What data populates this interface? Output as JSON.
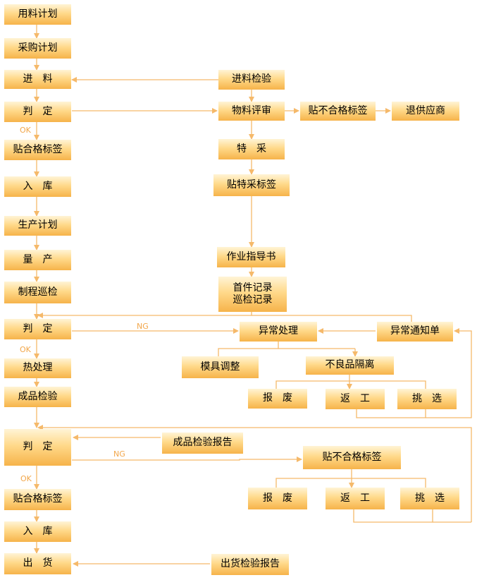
{
  "nodes": {
    "n1": "用料计划",
    "n2": "采购计划",
    "n3": "进　料",
    "n4": "判　定",
    "n5": "贴合格标签",
    "n6": "入　库",
    "n7": "生产计划",
    "n8": "量　产",
    "n9": "制程巡检",
    "n10": "判　定",
    "n11": "热处理",
    "n12": "成品检验",
    "n13": "判　定",
    "n14": "贴合格标签",
    "n15": "入　库",
    "n16": "出　货",
    "r1": "进料检验",
    "r2": "物料评审",
    "r3": "贴不合格标签",
    "r4": "退供应商",
    "r5": "特　采",
    "r6": "贴特采标签",
    "r7": "作业指导书",
    "r8a": "首件记录",
    "r8b": "巡检记录",
    "a1": "异常处理",
    "a2": "异常通知单",
    "a3": "模具调整",
    "a4": "不良品隔离",
    "a5": "报　废",
    "a6": "返　工",
    "a7": "挑　选",
    "f1": "成品检验报告",
    "f2": "贴不合格标签",
    "f3": "报　废",
    "f4": "返　工",
    "f5": "挑　选",
    "f6": "出货检验报告"
  },
  "labels": {
    "ok1": "OK",
    "ng1": "NG",
    "ok2": "OK",
    "ng2": "NG",
    "ok3": "OK"
  },
  "colors": {
    "line": "#f5b96a",
    "box_top": "#fff4d6",
    "box_bottom": "#f6b34a",
    "label": "#f2a74b"
  }
}
